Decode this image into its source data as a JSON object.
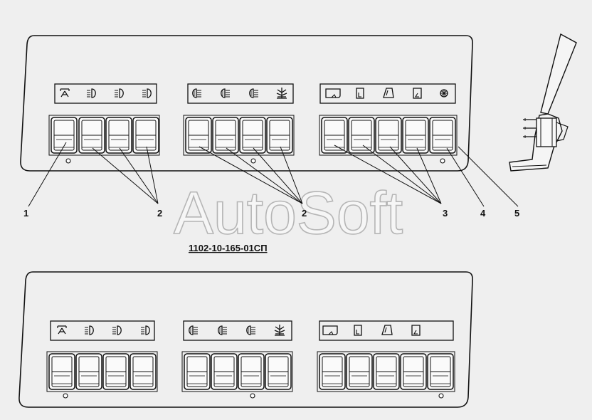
{
  "drawing": {
    "part_number": "1102-10-165-01СП",
    "watermark": "AutoSoft",
    "callouts": [
      "1",
      "2",
      "2",
      "3",
      "4",
      "5"
    ]
  },
  "upper_panel": {
    "groups": [
      {
        "icons": [
          "interior-light-icon",
          "low-beam-icon",
          "low-beam-icon",
          "low-beam-icon"
        ]
      },
      {
        "icons": [
          "fog-light-icon",
          "fog-light-icon",
          "fog-light-icon",
          "defrost-heater-icon"
        ]
      },
      {
        "icons": [
          "windshield-wiper-icon",
          "door-window-icon",
          "door-window-icon",
          "door-window-icon",
          "fan-icon"
        ]
      }
    ]
  },
  "lower_panel": {
    "groups": [
      {
        "icons": [
          "interior-light-icon",
          "low-beam-icon",
          "low-beam-icon",
          "low-beam-icon"
        ]
      },
      {
        "icons": [
          "fog-light-icon",
          "fog-light-icon",
          "fog-light-icon",
          "defrost-heater-icon"
        ]
      },
      {
        "icons": [
          "windshield-wiper-icon",
          "door-window-icon",
          "door-window-icon",
          "door-window-icon"
        ]
      }
    ]
  },
  "colors": {
    "panel_fill": "#efefef",
    "line": "#111111",
    "watermark_outline": "#b5b5b5"
  }
}
